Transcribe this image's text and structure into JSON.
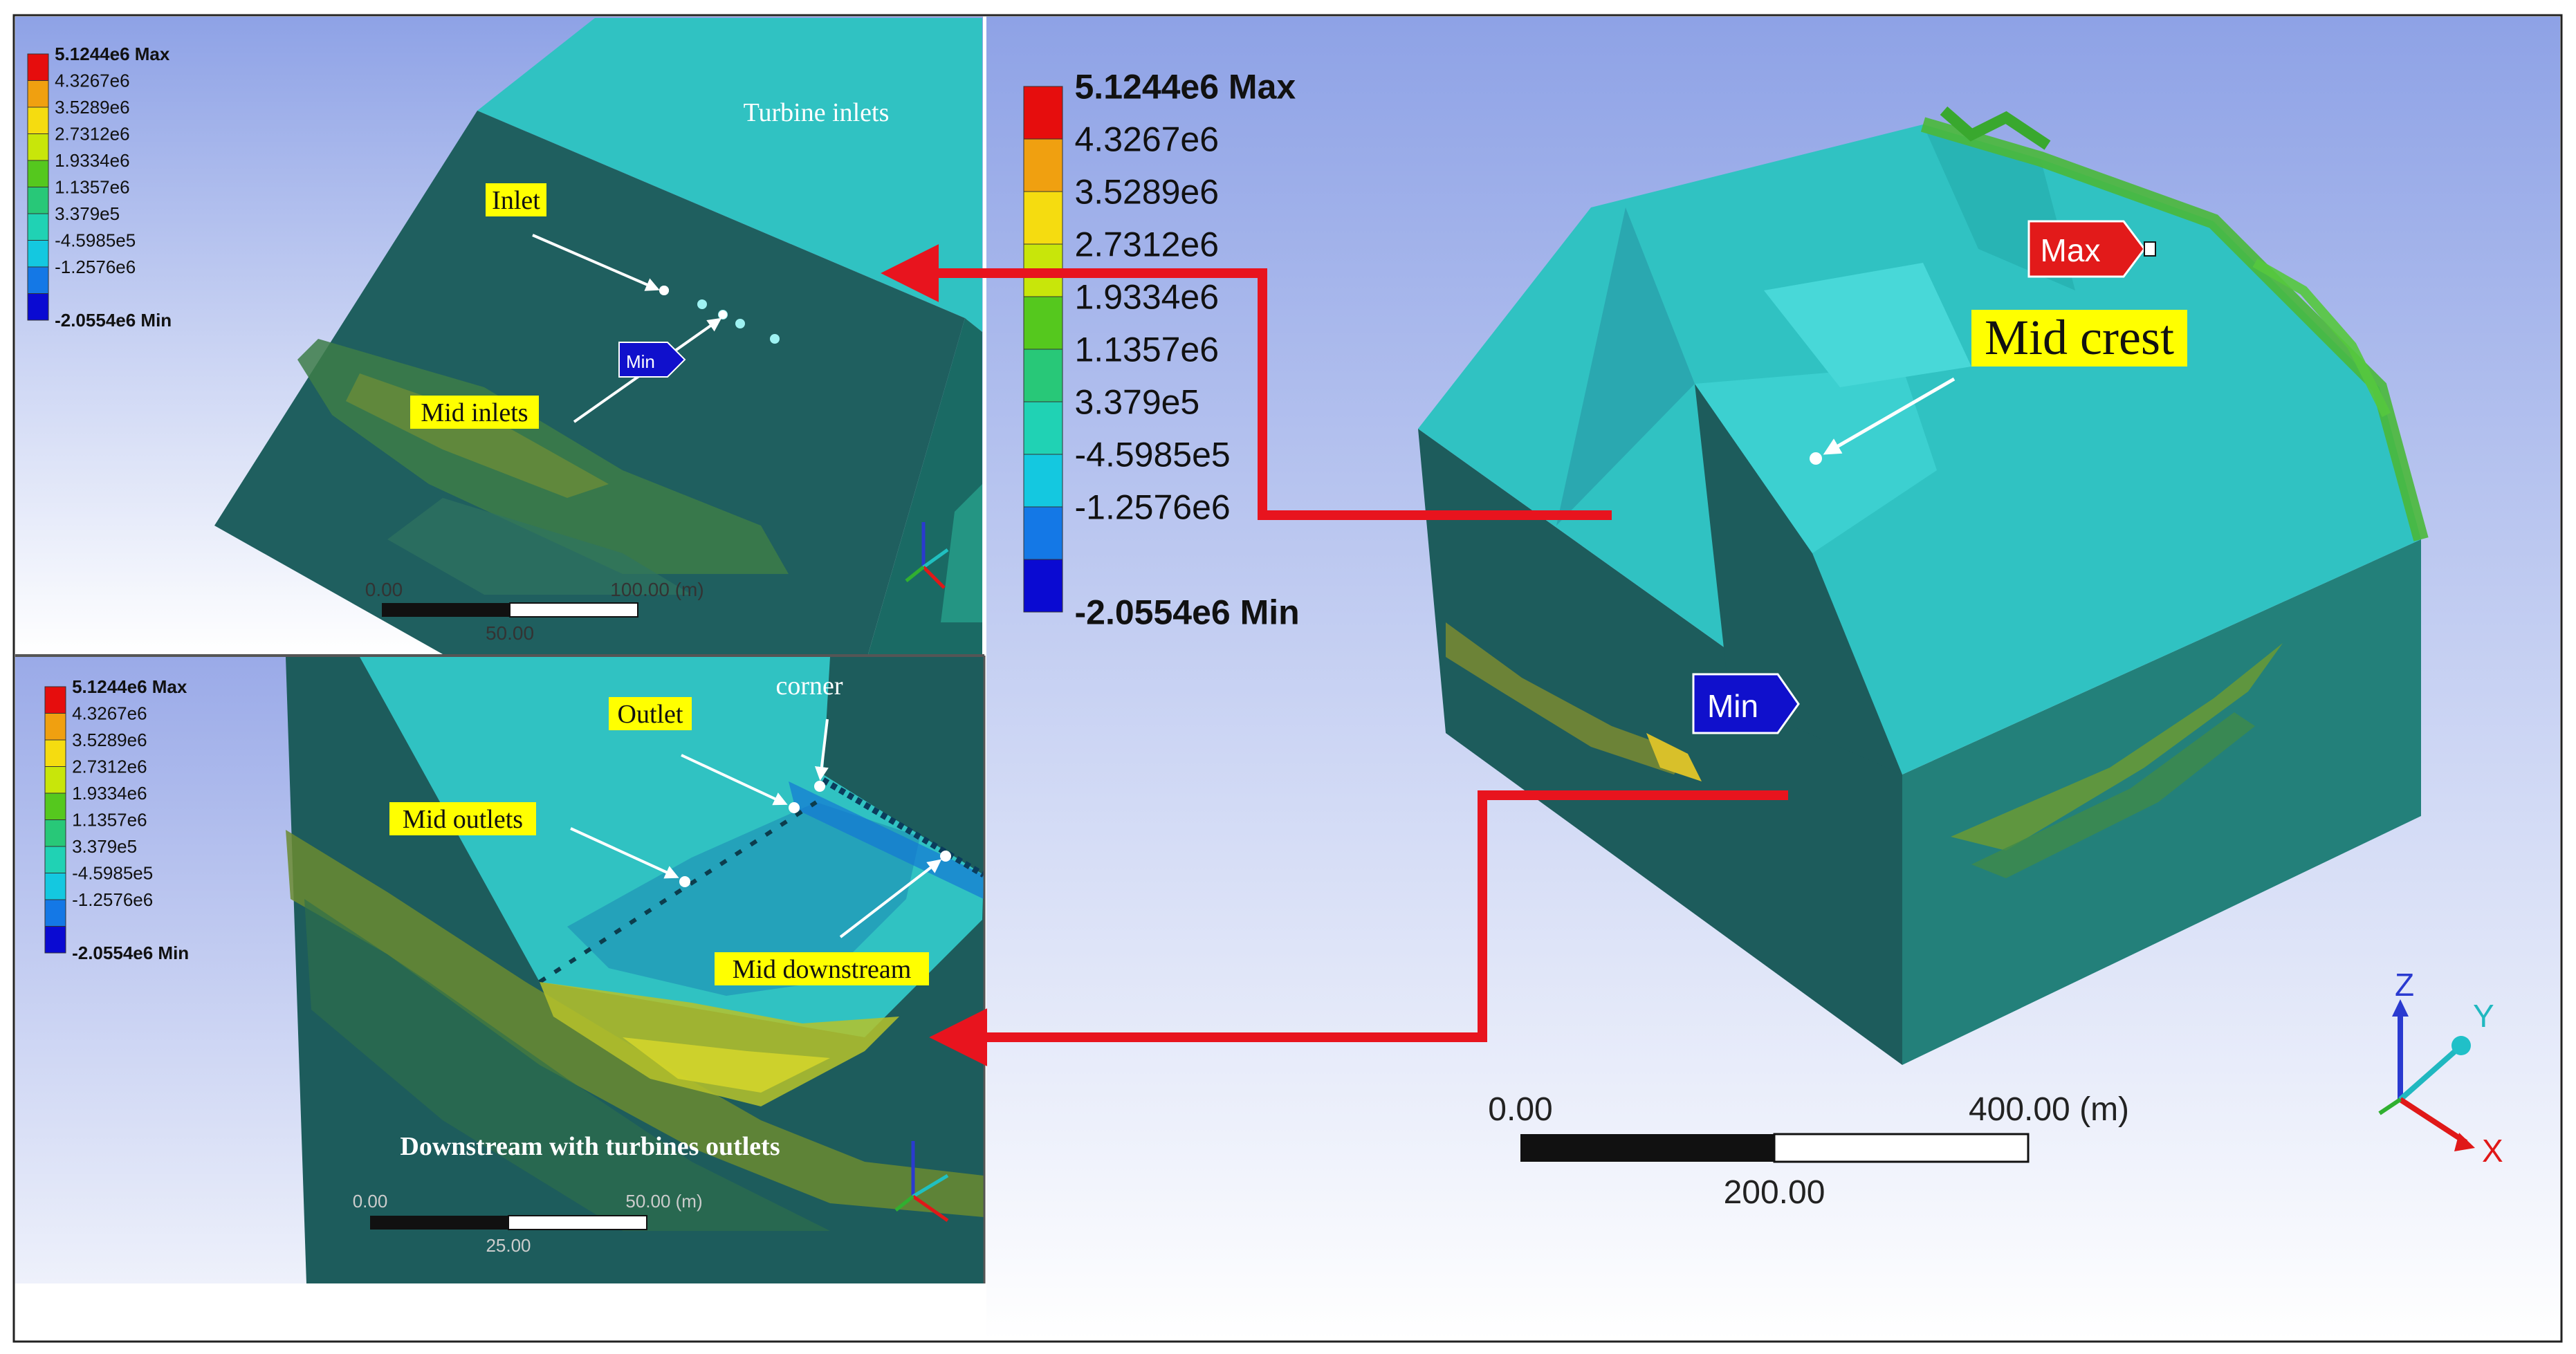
{
  "legend": {
    "items": [
      {
        "label": "5.1244e6 Max",
        "color": "#e60d0d"
      },
      {
        "label": "4.3267e6",
        "color": "#f0a010"
      },
      {
        "label": "3.5289e6",
        "color": "#f5dc10"
      },
      {
        "label": "2.7312e6",
        "color": "#c8e60a"
      },
      {
        "label": "1.9334e6",
        "color": "#55c81e"
      },
      {
        "label": "1.1357e6",
        "color": "#28c878"
      },
      {
        "label": "3.379e5",
        "color": "#20d2b4"
      },
      {
        "label": "-4.5985e5",
        "color": "#14c8e0"
      },
      {
        "label": "-1.2576e6",
        "color": "#1478e6"
      },
      {
        "label": "-2.0554e6 Min",
        "color": "#0a0ad2"
      }
    ]
  },
  "panels": {
    "inlets": {
      "title": "Turbine inlets",
      "labels": {
        "inlet": "Inlet",
        "mid_inlets": "Mid inlets"
      },
      "min_tag": "Min",
      "scale": {
        "left": "0.00",
        "right": "100.00 (m)",
        "mid": "50.00"
      }
    },
    "outlets": {
      "title": "Downstream with turbines outlets",
      "labels": {
        "outlet": "Outlet",
        "corner": "corner",
        "mid_outlets": "Mid outlets",
        "mid_downstream": "Mid downstream"
      },
      "scale": {
        "left": "0.00",
        "right": "50.00 (m)",
        "mid": "25.00"
      }
    },
    "main": {
      "max_tag": "Max",
      "min_tag": "Min",
      "mid_crest": "Mid crest",
      "scale": {
        "left": "0.00",
        "right": "400.00 (m)",
        "mid": "200.00"
      },
      "axes": {
        "x": "X",
        "y": "Y",
        "z": "Z"
      }
    }
  },
  "colors": {
    "background_top": "#8ea2e6",
    "background_bottom": "#ffffff",
    "body_dark": "#1d5c5c",
    "body_cyan": "#33c4c4",
    "arrow_red": "#e8141e",
    "label_highlight": "#ffff00"
  }
}
